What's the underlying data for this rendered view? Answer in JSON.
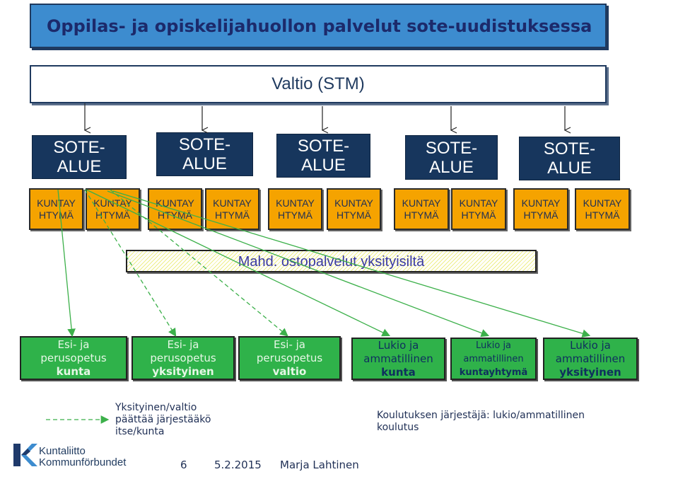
{
  "title": "Oppilas- ja opiskelijahuollon palvelut sote-uudistuksessa",
  "valtio": "Valtio (STM)",
  "sote_alueet": [
    "SOTE-\nALUE",
    "SOTE-\nALUE",
    "SOTE-\nALUE",
    "SOTE-\nALUE",
    "SOTE-\nALUE"
  ],
  "kuntayhtymat": [
    "KUNTAY\nHTYMÄ",
    "KUNTAY\nHTYMÄ",
    "KUNTAY\nHTYMÄ",
    "KUNTAY\nHTYMÄ",
    "KUNTAY\nHTYMÄ",
    "KUNTAY\nHTYMÄ",
    "KUNTAY\nHTYMÄ",
    "KUNTAY\nHTYMÄ",
    "KUNTAY\nHTYMÄ",
    "KUNTAY\nHTYMÄ"
  ],
  "ostopalvelut": "Mahd. ostopalvelut yksityisiltä",
  "providers": [
    {
      "line1": "Esi- ja",
      "line2": "perusopetus",
      "line3": "kunta"
    },
    {
      "line1": "Esi- ja",
      "line2": "perusopetus",
      "line3": "yksityinen"
    },
    {
      "line1": "Esi- ja",
      "line2": "perusopetus",
      "line3": "valtio"
    },
    {
      "line1": "Lukio ja",
      "line2": "ammatillinen",
      "line3": "kunta"
    },
    {
      "line1": "Lukio ja",
      "line2": "ammatillinen",
      "line3": "kuntayhtymä"
    },
    {
      "line1": "Lukio ja",
      "line2": "ammatillinen",
      "line3": "yksityinen"
    }
  ],
  "legend": {
    "dashed": "Yksityinen/valtio\npäättää järjestääkö\nitse/kunta",
    "solid": "Koulutuksen järjestäjä: lukio/ammatillinen\nkoulutus"
  },
  "logo": {
    "line1": "Kuntaliitto",
    "line2": "Kommunförbundet"
  },
  "footer": {
    "page": "6",
    "date": "5.2.2015",
    "author": "Marja Lahtinen"
  },
  "colors": {
    "title_bg": "#3d8ccf",
    "sote_bg": "#17365d",
    "kuntayhtyma_bg": "#f5a300",
    "provider_bg": "#2fb24a",
    "arrow_green": "#3cb04a"
  }
}
